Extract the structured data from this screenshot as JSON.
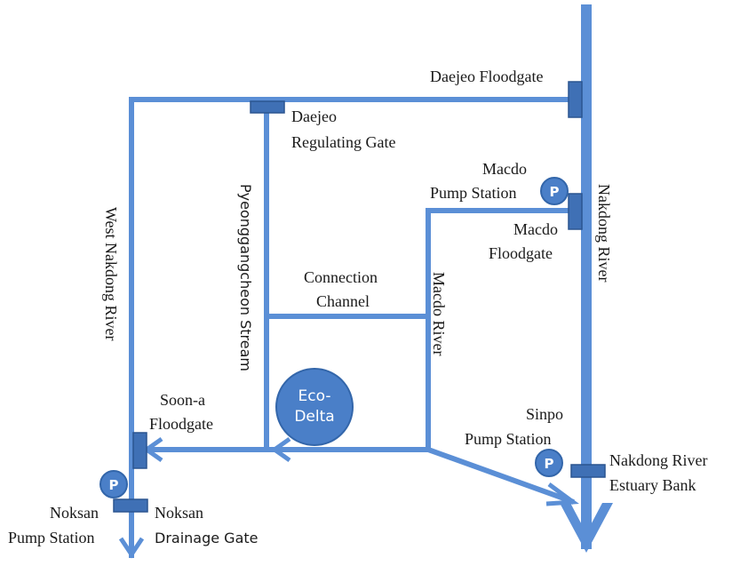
{
  "colors": {
    "river": "#5b8fd6",
    "gate": "#3f70b5",
    "gate_stroke": "#2b5590",
    "eco_fill": "#4a7fc8",
    "text": "#1a1a1a"
  },
  "labels": {
    "daejeo_floodgate": "Daejeo Floodgate",
    "daejeo_regulating_1": "Daejeo",
    "daejeo_regulating_2": "Regulating Gate",
    "macdo_pump_1": "Macdo",
    "macdo_pump_2": "Pump Station",
    "macdo_floodgate_1": "Macdo",
    "macdo_floodgate_2": "Floodgate",
    "nakdong_river": "Nakdong River",
    "west_nakdong_river": "West Nakdong River",
    "pyeonggangcheon_stream": "Pyeonggangcheon Stream",
    "connection_channel_1": "Connection",
    "connection_channel_2": "Channel",
    "macdo_river": "Macdo River",
    "eco_delta_1": "Eco-",
    "eco_delta_2": "Delta",
    "soona_floodgate_1": "Soon-a",
    "soona_floodgate_2": "Floodgate",
    "sinpo_pump_1": "Sinpo",
    "sinpo_pump_2": "Pump Station",
    "estuary_bank_1": "Nakdong River",
    "estuary_bank_2": "Estuary Bank",
    "noksan_pump_1": "Noksan",
    "noksan_pump_2": "Pump Station",
    "noksan_drainage_1": "Noksan",
    "noksan_drainage_2": "Drainage Gate",
    "pump_symbol": "P"
  }
}
